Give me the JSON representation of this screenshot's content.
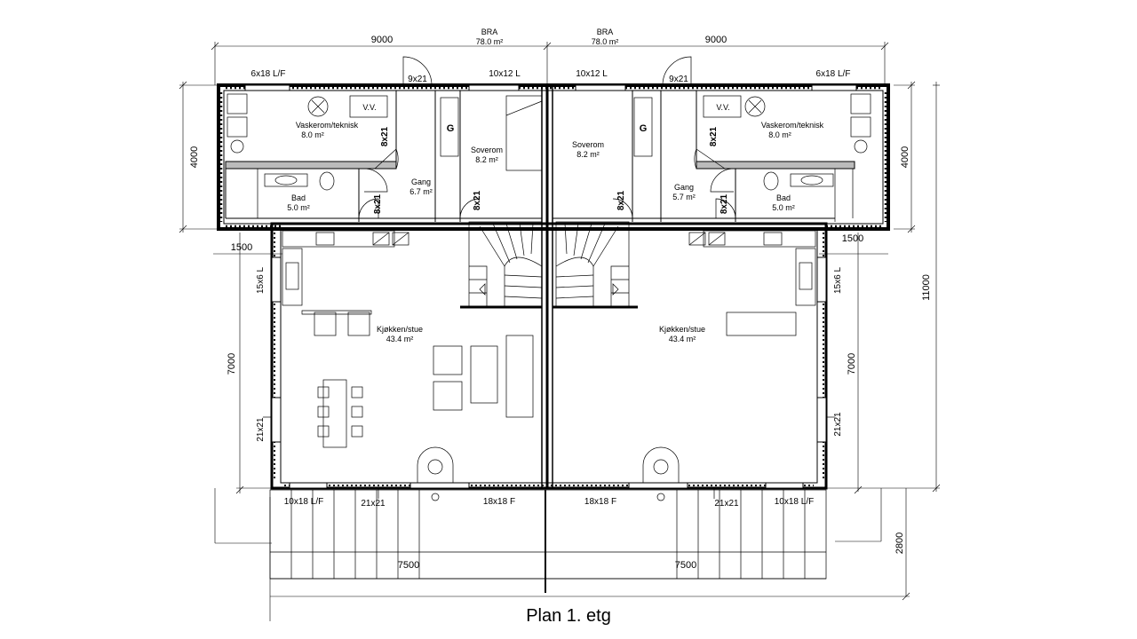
{
  "caption": "Plan 1. etg",
  "dimensions": {
    "top_left": "9000",
    "top_right": "9000",
    "left_upper": "4000",
    "left_lower": "7000",
    "left_step": "1500",
    "right_upper": "4000",
    "right_overall": "11000",
    "right_lower": "7000",
    "right_step": "1500",
    "right_terrace": "2800",
    "terrace_left": "7500",
    "terrace_right": "7500"
  },
  "bra": {
    "left_label": "BRA",
    "left_value": "78.0 m²",
    "right_label": "BRA",
    "right_value": "78.0 m²"
  },
  "rooms": {
    "left": {
      "vaskerom_name": "Vaskerom/teknisk",
      "vaskerom_area": "8.0 m²",
      "vv": "V.V.",
      "bad_name": "Bad",
      "bad_area": "5.0 m²",
      "gang_name": "Gang",
      "gang_area": "6.7 m²",
      "soverom_name": "Soverom",
      "soverom_area": "8.2 m²",
      "kjokken_name": "Kjøkken/stue",
      "kjokken_area": "43.4 m²"
    },
    "right": {
      "vaskerom_name": "Vaskerom/teknisk",
      "vaskerom_area": "8.0 m²",
      "vv": "V.V.",
      "bad_name": "Bad",
      "bad_area": "5.0 m²",
      "gang_name": "Gang",
      "gang_area": "5.7 m²",
      "soverom_name": "Soverom",
      "soverom_area": "8.2 m²",
      "kjokken_name": "Kjøkken/stue",
      "kjokken_area": "43.4 m²"
    }
  },
  "openings": {
    "left_window_top_corner": "6x18 L/F",
    "left_front_door": "9x21",
    "left_window_top": "10x12 L",
    "right_window_top": "10x12 L",
    "right_front_door": "9x21",
    "right_window_top_corner": "6x18 L/F",
    "left_door_vaskerom": "8x21",
    "left_door_bad": "8x21",
    "left_door_soverom": "8x21",
    "right_door_vaskerom": "8x21",
    "right_door_bad": "8x21",
    "right_door_soverom": "8x21",
    "left_window_side": "15x6 L",
    "right_window_side": "15x6 L",
    "left_door_side": "21x21",
    "right_door_side": "21x21",
    "left_window_bottom_corner": "10x18 L/F",
    "left_door_bottom": "21x21",
    "left_window_bottom": "18x18 F",
    "right_window_bottom": "18x18 F",
    "right_door_bottom": "21x21",
    "right_window_bottom_corner": "10x18 L/F"
  },
  "symbols": {
    "wardrobe": "G"
  }
}
